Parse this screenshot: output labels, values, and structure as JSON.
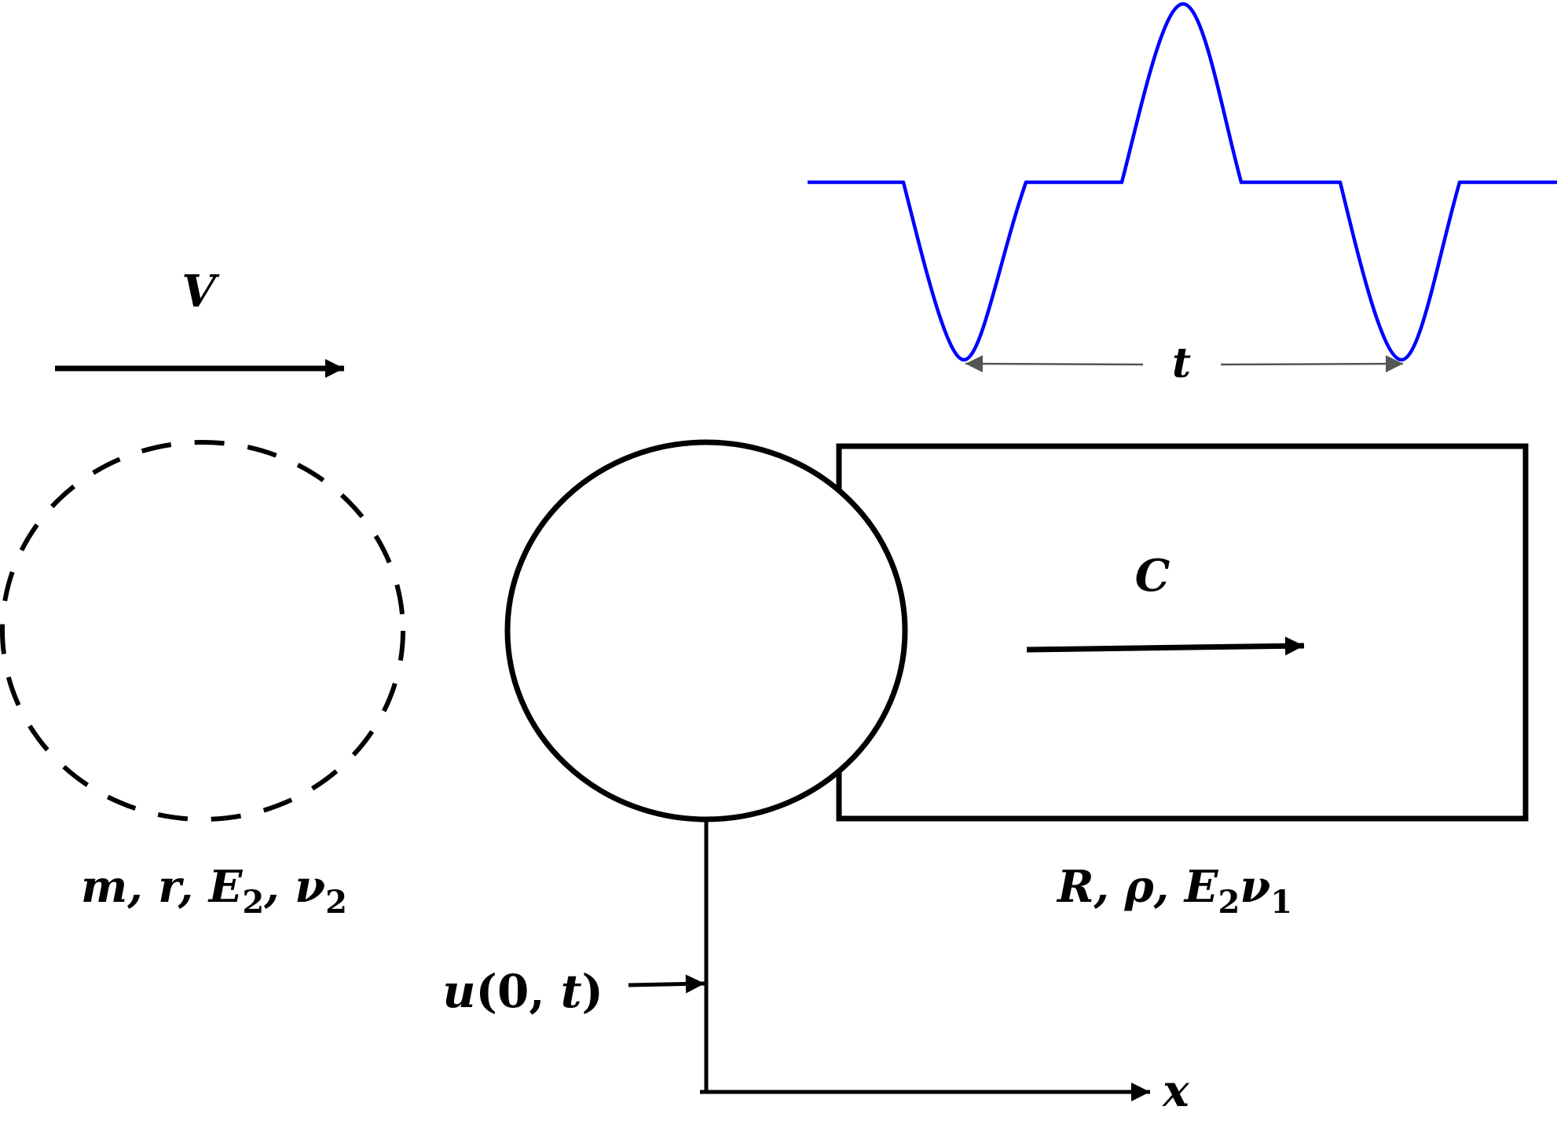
{
  "labels": {
    "velocity": "V",
    "time": "t",
    "wave_speed": "C",
    "x_axis": "x",
    "displacement": {
      "u": "u",
      "open": "(",
      "zero": "0",
      "comma": ", ",
      "t": "t",
      "close": ")"
    },
    "sphere_params": {
      "m": "m",
      "sep1": ", ",
      "r": "r",
      "sep2": ", ",
      "E": "E",
      "E_sub": "2",
      "sep3": ", ",
      "nu": "ν",
      "nu_sub": "2"
    },
    "rod_params": {
      "R": "R",
      "sep1": ", ",
      "rho": "ρ",
      "sep2": ", ",
      "E": "E",
      "E_sub": "2",
      "nu": "ν",
      "nu_sub": "1"
    }
  },
  "colors": {
    "stroke": "#000000",
    "waveform": "#0000ff",
    "time_arrow": "#555555"
  }
}
